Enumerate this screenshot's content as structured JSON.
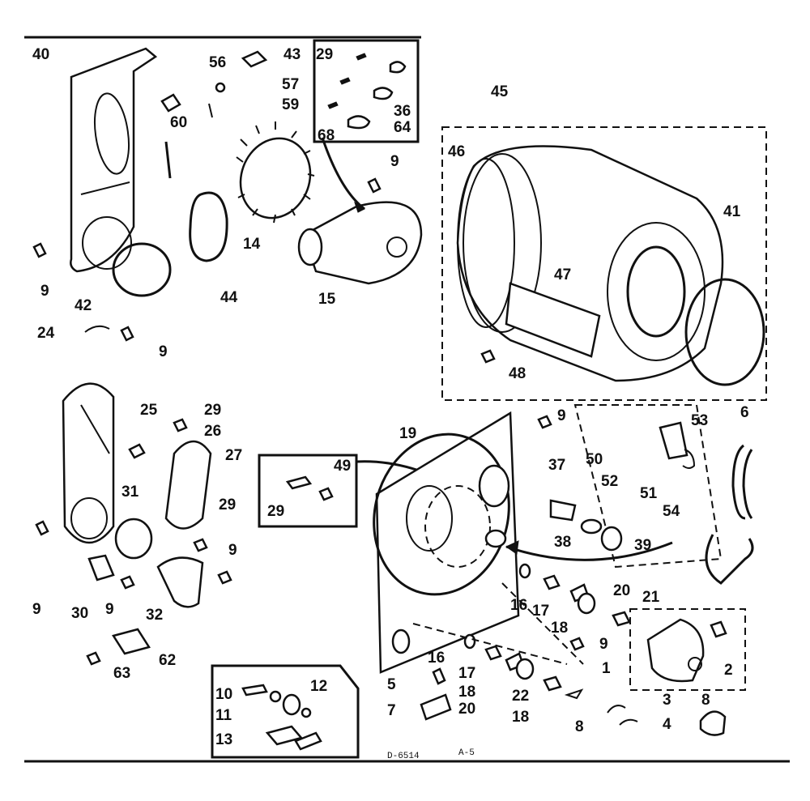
{
  "labels": {
    "p40": "40",
    "p56": "56",
    "p43": "43",
    "p29a": "29",
    "p57": "57",
    "p59": "59",
    "p60": "60",
    "p36": "36",
    "p64": "64",
    "p68": "68",
    "p9a": "9",
    "p45": "45",
    "p46": "46",
    "p41": "41",
    "p14": "14",
    "p44": "44",
    "p42": "42",
    "p9b": "9",
    "p15": "15",
    "p47": "47",
    "p24": "24",
    "p9c": "9",
    "p48": "48",
    "p25": "25",
    "p29b": "29",
    "p26": "26",
    "p27": "27",
    "p9d": "9",
    "p19": "19",
    "p53": "53",
    "p6": "6",
    "p37": "37",
    "p50": "50",
    "p52": "52",
    "p51": "51",
    "p54": "54",
    "p49": "49",
    "p29c": "29",
    "p31": "31",
    "p29d": "29",
    "p38": "38",
    "p39": "39",
    "p9e": "9",
    "p9f": "9",
    "p30": "30",
    "p9g": "9",
    "p32": "32",
    "p16a": "16",
    "p17a": "17",
    "p20a": "20",
    "p21": "21",
    "p18a": "18",
    "p9h": "9",
    "p62": "62",
    "p63": "63",
    "p16b": "16",
    "p1": "1",
    "p2": "2",
    "p10": "10",
    "p12": "12",
    "p11": "11",
    "p5": "5",
    "p17b": "17",
    "p18b": "18",
    "p20b": "20",
    "p22": "22",
    "p7": "7",
    "p13": "13",
    "p18c": "18",
    "p3": "3",
    "p8a": "8",
    "p8b": "8",
    "p4": "4"
  },
  "footer": {
    "drawing_number": "D-6514",
    "page": "A-5"
  }
}
